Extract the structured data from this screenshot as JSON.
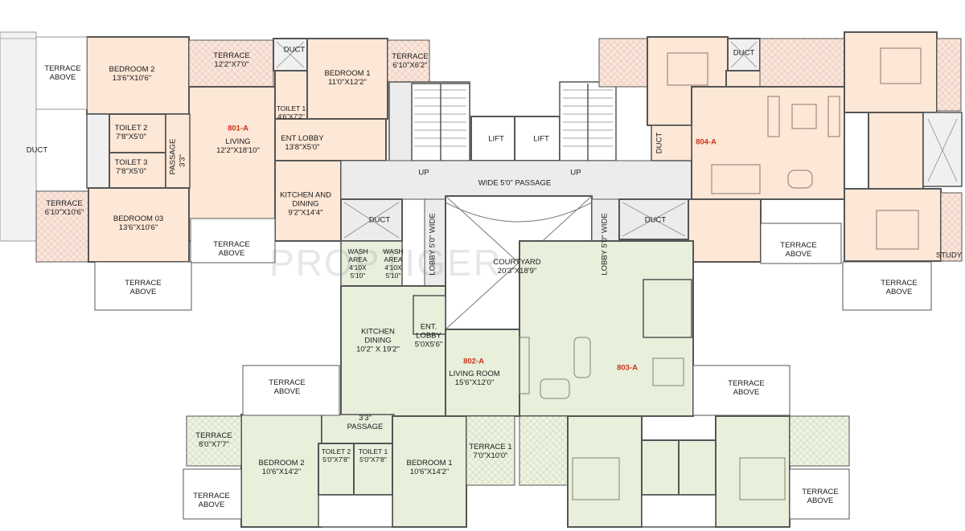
{
  "watermark": "PROPTIGER",
  "units": [
    {
      "id": "u801",
      "label": "801-A"
    },
    {
      "id": "u802",
      "label": "802-A"
    },
    {
      "id": "u803",
      "label": "803-A"
    },
    {
      "id": "u804",
      "label": "804-A"
    }
  ],
  "rooms": {
    "bedroom2_801": {
      "name": "BEDROOM 2",
      "size": "13'6\"X10'6\""
    },
    "terrace_801a": {
      "name": "TERRACE",
      "size": "12'2\"X7'0\""
    },
    "bedroom1_801": {
      "name": "BEDROOM 1",
      "size": "11'0\"X12'2\""
    },
    "terrace_801b": {
      "name": "TERRACE",
      "size": "6'10\"X6'2\""
    },
    "toilet1_801": {
      "name": "TOILET 1",
      "size": "4'6\"X7'2\""
    },
    "living_801": {
      "name": "LIVING",
      "size": "12'2\"X18'10\""
    },
    "entlobby_801": {
      "name": "ENT LOBBY",
      "size": "13'8\"X5'0\""
    },
    "toilet2_801": {
      "name": "TOILET 2",
      "size": "7'8\"X5'0\""
    },
    "toilet3_801": {
      "name": "TOILET 3",
      "size": "7'8\"X5'0\""
    },
    "terrace_801c": {
      "name": "TERRACE",
      "size": "6'10\"X10'6\""
    },
    "bedroom3_801": {
      "name": "BEDROOM 03",
      "size": "13'6\"X10'6\""
    },
    "kitchen_801": {
      "name": "KITCHEN AND DINING",
      "size": "9'2\"X14'4\""
    },
    "wash1": {
      "name": "WASH AREA",
      "size": "4'10X 5'10\""
    },
    "wash2": {
      "name": "WASH AREA",
      "size": "4'10X 5'10\""
    },
    "courtyard": {
      "name": "COURTYARD",
      "size": "20'3\"X18'9\""
    },
    "kitchen_802": {
      "name": "KITCHEN DINING",
      "size": "10'2\" X 19'2\""
    },
    "entlobby_802": {
      "name": "ENT. LOBBY",
      "size": "5'0X5'6\""
    },
    "living_802": {
      "name": "LIVING ROOM",
      "size": "15'6\"X12'0\""
    },
    "terrace_802a": {
      "name": "TERRACE",
      "size": "8'0\"X7'7\""
    },
    "bedroom2_802": {
      "name": "BEDROOM 2",
      "size": "10'6\"X14'2\""
    },
    "toilet2_802": {
      "name": "TOILET 2",
      "size": "5'0\"X7'8\""
    },
    "toilet1_802": {
      "name": "TOILET 1",
      "size": "5'0\"X7'8\""
    },
    "bedroom1_802": {
      "name": "BEDROOM 1",
      "size": "10'6\"X14'2\""
    },
    "terrace1_802": {
      "name": "TERRACE 1",
      "size": "7'0\"X10'0\""
    }
  },
  "labels": {
    "terrace_above": "TERRACE ABOVE",
    "duct": "DUCT",
    "lift": "LIFT",
    "up": "UP",
    "study": "STUDY",
    "passage_33": "3'3\"",
    "passage": "PASSAGE",
    "passage_802": "3'3\" PASSAGE",
    "wide_passage": "WIDE 5'0\" PASSAGE",
    "lobby_wide": "LOBBY 5'0\" WIDE"
  },
  "colors": {
    "unit_801_804": "#fde7d6",
    "unit_802_803": "#e8efdb",
    "common": "#ececec",
    "terrace": "#f6ddd0",
    "wall": "#555555",
    "unit_label": "#c8351c"
  }
}
